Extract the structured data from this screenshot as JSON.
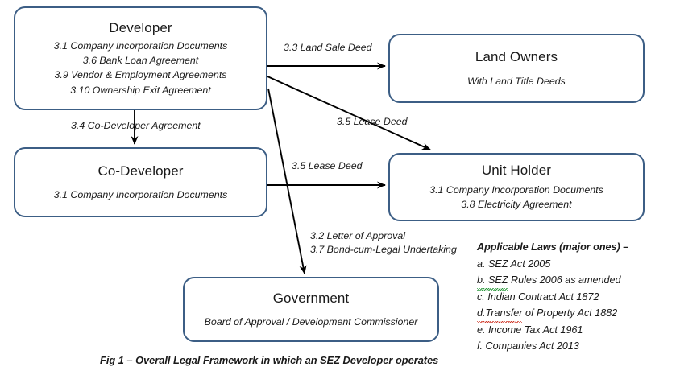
{
  "diagram": {
    "caption": "Fig 1 – Overall Legal Framework  in which  an SEZ Developer  operates",
    "box_border_color": "#3C5E85",
    "edge_color": "#000000",
    "nodes": [
      {
        "id": "developer",
        "title": "Developer",
        "lines": [
          "3.1 Company  Incorporation  Documents",
          "3.6 Bank  Loan Agreement",
          "3.9 Vendor  & Employment  Agreements",
          "3.10 Ownership  Exit Agreement"
        ]
      },
      {
        "id": "co-developer",
        "title": "Co-Developer",
        "lines": [
          "3.1 Company  Incorporation  Documents"
        ]
      },
      {
        "id": "land-owners",
        "title": "Land Owners",
        "lines": [
          "With Land Title Deeds"
        ]
      },
      {
        "id": "unit-holder",
        "title": "Unit Holder",
        "lines": [
          "3.1 Company  Incorporation  Documents",
          "3.8 Electricity Agreement"
        ]
      },
      {
        "id": "government",
        "title": "Government",
        "lines": [
          "Board of Approval  / Development  Commissioner"
        ]
      }
    ],
    "edges": [
      {
        "id": "developer-to-land-owners",
        "label": "3.3 Land Sale Deed",
        "from": "developer",
        "to": "land-owners"
      },
      {
        "id": "developer-to-co-developer",
        "label": "3.4 Co-Developer  Agreement",
        "from": "developer",
        "to": "co-developer"
      },
      {
        "id": "developer-to-unit-holder",
        "label": "3.5 Lease Deed",
        "from": "developer",
        "to": "unit-holder"
      },
      {
        "id": "co-developer-to-unit-holder",
        "label": "3.5 Lease Deed",
        "from": "co-developer",
        "to": "unit-holder"
      },
      {
        "id": "developer-to-government",
        "label_1": "3.2 Letter of Approval",
        "label_2": "3.7 Bond-cum-Legal  Undertaking",
        "from": "developer",
        "to": "government"
      }
    ]
  },
  "laws": {
    "title": "Applicable  Laws (major ones) –",
    "items": [
      {
        "marker": "a.",
        "text": "SEZ Act 2005",
        "squiggle": "none",
        "squiggle_span": ""
      },
      {
        "marker": "b.",
        "text": "SEZ Rules 2006 as amended",
        "squiggle": "green",
        "squiggle_span": "b. SEZ"
      },
      {
        "marker": "c.",
        "text": "Indian Contract Act 1872",
        "squiggle": "none",
        "squiggle_span": ""
      },
      {
        "marker": "d.",
        "text": "Transfer of Property Act 1882",
        "squiggle": "red",
        "squiggle_span": "d.Transfer"
      },
      {
        "marker": "e.",
        "text": "Income Tax Act 1961",
        "squiggle": "none",
        "squiggle_span": ""
      },
      {
        "marker": "f.",
        "text": "Companies  Act 2013",
        "squiggle": "none",
        "squiggle_span": ""
      }
    ],
    "rendered": [
      "a. SEZ Act 2005",
      "b. SEZ Rules 2006 as amended",
      "c. Indian Contract Act 1872",
      "d.Transfer of Property Act 1882",
      "e. Income Tax Act 1961",
      "f. Companies  Act 2013"
    ]
  }
}
